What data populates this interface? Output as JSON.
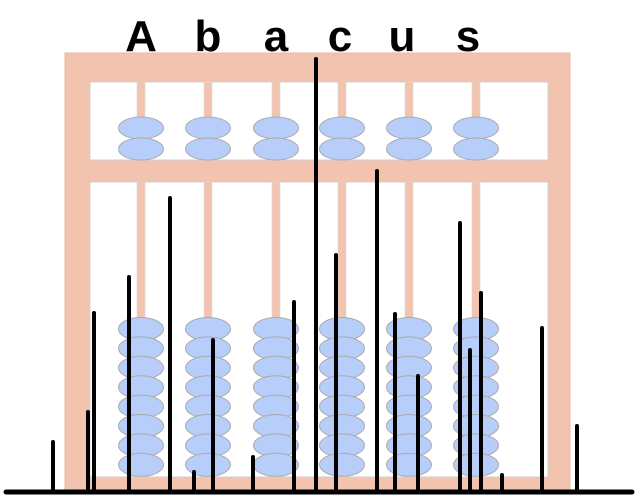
{
  "title": {
    "letters": [
      "A",
      "b",
      "a",
      "c",
      "u",
      "s"
    ]
  },
  "colors": {
    "frame": "#f2c4b0",
    "bead": "#b8cefa",
    "bead_stroke": "#aaaaaa",
    "spike": "#000000"
  },
  "abacus": {
    "rods": 6,
    "upper_beads_per_rod": 2,
    "lower_beads_per_rod": 8
  }
}
